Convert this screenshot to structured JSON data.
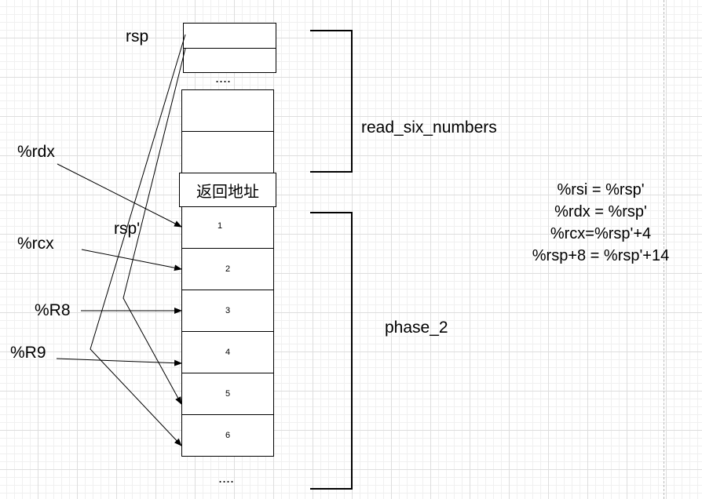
{
  "stack_top": {
    "pointer_label": "rsp",
    "ellipsis": "...."
  },
  "return_address_label": "返回地址",
  "frame_pointer_label": "rsp'",
  "slots": [
    "1",
    "2",
    "3",
    "4",
    "5",
    "6"
  ],
  "bottom_ellipsis": "....",
  "registers": {
    "rdx": "%rdx",
    "rcx": "%rcx",
    "r8": "%R8",
    "r9": "%R9"
  },
  "braces": {
    "upper": "read_six_numbers",
    "lower": "phase_2"
  },
  "equations": [
    "%rsi = %rsp'",
    "%rdx = %rsp'",
    "%rcx=%rsp'+4",
    "%rsp+8 = %rsp'+14"
  ]
}
